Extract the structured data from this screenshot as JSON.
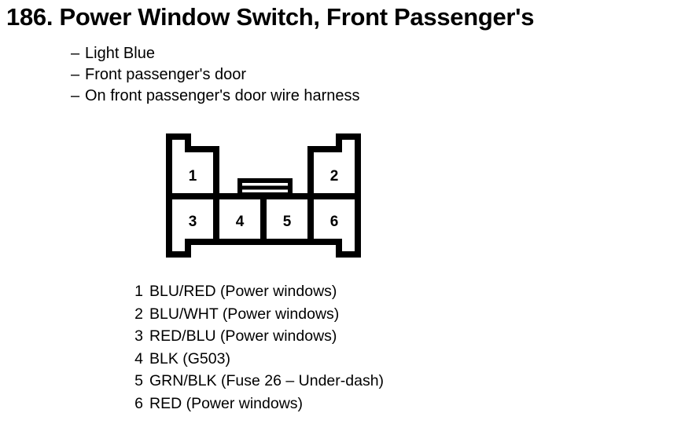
{
  "page": {
    "title": "186. Power Window Switch, Front Passenger's",
    "item_number": "186.",
    "component_name": "Power Window Switch, Front Passenger's"
  },
  "attributes": [
    {
      "dash": "–",
      "text": "Light Blue"
    },
    {
      "dash": "–",
      "text": "Front passenger's door"
    },
    {
      "dash": "–",
      "text": "On front passenger's door wire harness"
    }
  ],
  "connector": {
    "name": "6-pin connector face view",
    "outline_color": "#000000",
    "fill_color": "#ffffff",
    "top_row_pins": [
      "1",
      "2"
    ],
    "bottom_row_pins": [
      "3",
      "4",
      "5",
      "6"
    ],
    "latch_label": "center-latch-tab"
  },
  "pin_legend": [
    {
      "pin": "1",
      "description": "BLU/RED (Power windows)"
    },
    {
      "pin": "2",
      "description": "BLU/WHT (Power windows)"
    },
    {
      "pin": "3",
      "description": "RED/BLU (Power windows)"
    },
    {
      "pin": "4",
      "description": "BLK (G503)"
    },
    {
      "pin": "5",
      "description": "GRN/BLK (Fuse 26 – Under-dash)"
    },
    {
      "pin": "6",
      "description": "RED (Power windows)"
    }
  ]
}
